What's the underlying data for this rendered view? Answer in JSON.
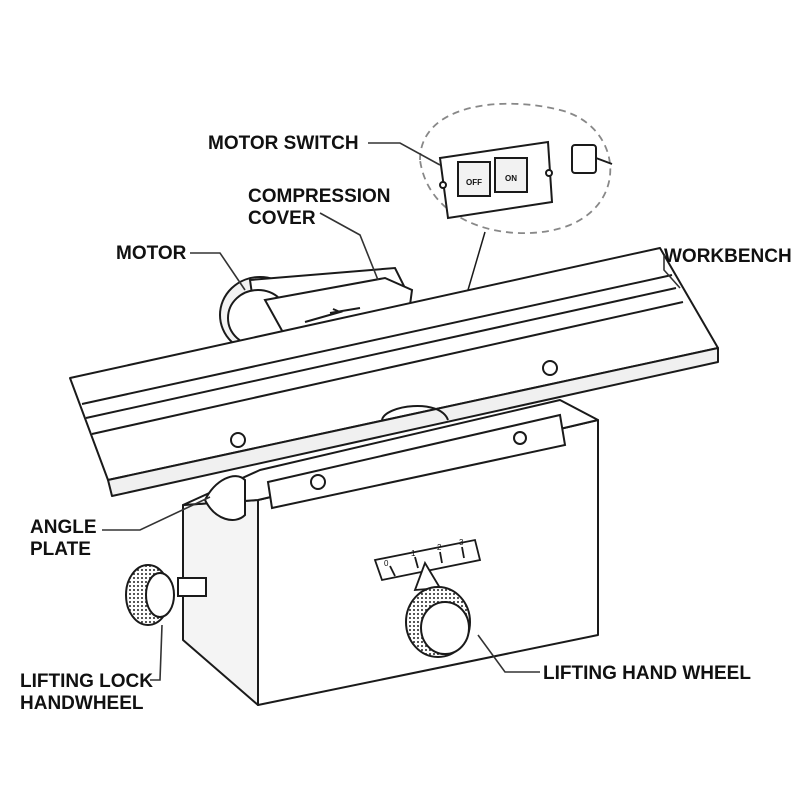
{
  "labels": {
    "motor_switch": "MOTOR SWITCH",
    "compression_cover_line1": "COMPRESSION",
    "compression_cover_line2": "COVER",
    "motor": "MOTOR",
    "workbench": "WORKBENCH",
    "angle_plate_line1": "ANGLE",
    "angle_plate_line2": "PLATE",
    "lifting_lock_line1": "LIFTING LOCK",
    "lifting_lock_line2": "HANDWHEEL",
    "lifting_hand_wheel": "LIFTING HAND WHEEL"
  },
  "switch": {
    "off": "OFF",
    "on": "ON"
  },
  "dial": {
    "ticks": [
      "0",
      "1",
      "2",
      "3"
    ]
  },
  "colors": {
    "line": "#1a1a1a",
    "leader": "#333333",
    "fill": "#ffffff",
    "shade": "#e6e6e6"
  }
}
